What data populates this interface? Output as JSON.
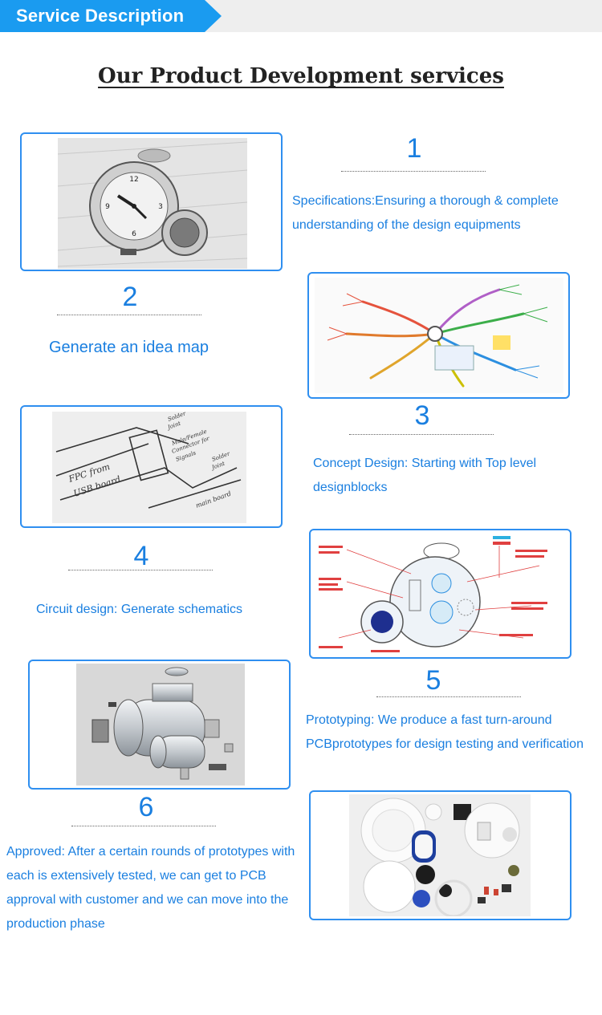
{
  "banner": {
    "label": "Service Description"
  },
  "title": "Our Product Development services",
  "steps": [
    {
      "number": "1",
      "text": "Specifications:Ensuring a thorough & complete understanding of the design equipments"
    },
    {
      "number": "2",
      "text": "Generate an idea map"
    },
    {
      "number": "3",
      "text": "Concept Design: Starting with Top level designblocks"
    },
    {
      "number": "4",
      "text": "Circuit design: Generate schematics"
    },
    {
      "number": "5",
      "text": "Prototyping: We produce a fast turn-around PCBprototypes for design testing and verification"
    },
    {
      "number": "6",
      "text": "Approved: After a certain rounds of prototypes with each is extensively tested, we can get to PCB approval with customer and we can move into the production phase"
    }
  ],
  "sketch_labels": {
    "fpc": "FPC from",
    "usb": "USB board",
    "solder1": "Solder",
    "joint1": "Joint",
    "male": "Male/Female",
    "connector": "Connector for",
    "signals": "Signals",
    "solder2": "Solder",
    "joint2": "Joint",
    "main": "main board"
  },
  "colors": {
    "accent": "#1a9bf0",
    "text_blue": "#1a7fe0",
    "frame": "#2f8ff0"
  }
}
